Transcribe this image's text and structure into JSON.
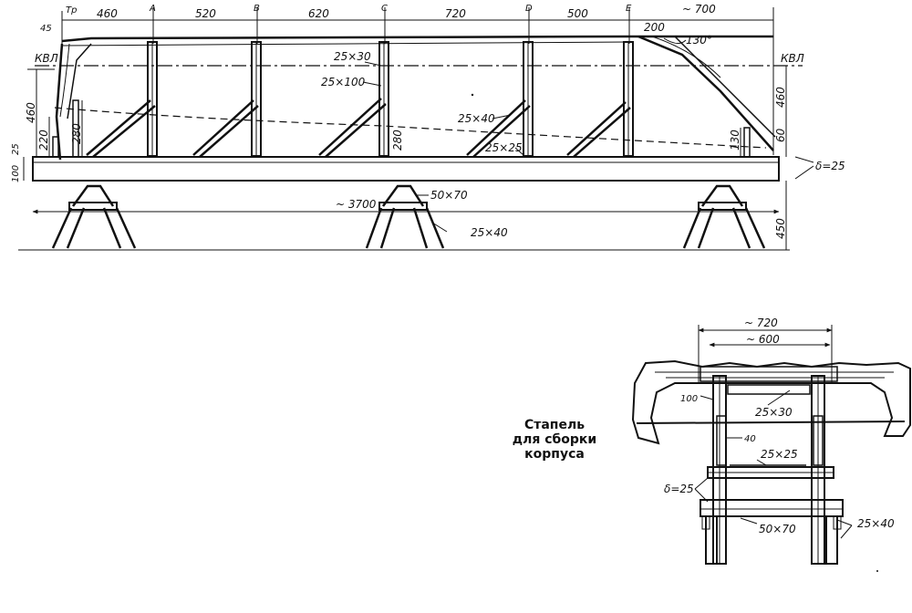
{
  "caption": [
    "Стапель",
    "для  сборки",
    "корпуса"
  ],
  "side_view": {
    "stations": [
      "Тр",
      "А",
      "В",
      "С",
      "D",
      "Е"
    ],
    "spans": [
      "460",
      "520",
      "620",
      "720",
      "500",
      "~ 700"
    ],
    "bow_offset": "45",
    "stern_offset": "200",
    "angle": "130°",
    "waterline": "КВЛ",
    "heights": [
      "460",
      "220",
      "280",
      "280",
      "130",
      "460",
      "60"
    ],
    "base_height": "100",
    "base_offset": "25",
    "thickness": "δ=25",
    "overall_length": "~ 3700",
    "labels": [
      "25×30",
      "25×100",
      "25×40",
      "25×25",
      "50×70",
      "25×40",
      "450"
    ]
  },
  "section_view": {
    "width_outer": "~ 720",
    "width_inner": "~ 600",
    "labels": [
      "25×30",
      "100",
      "40",
      "25×25",
      "δ=25",
      "50×70",
      "25×40"
    ]
  }
}
